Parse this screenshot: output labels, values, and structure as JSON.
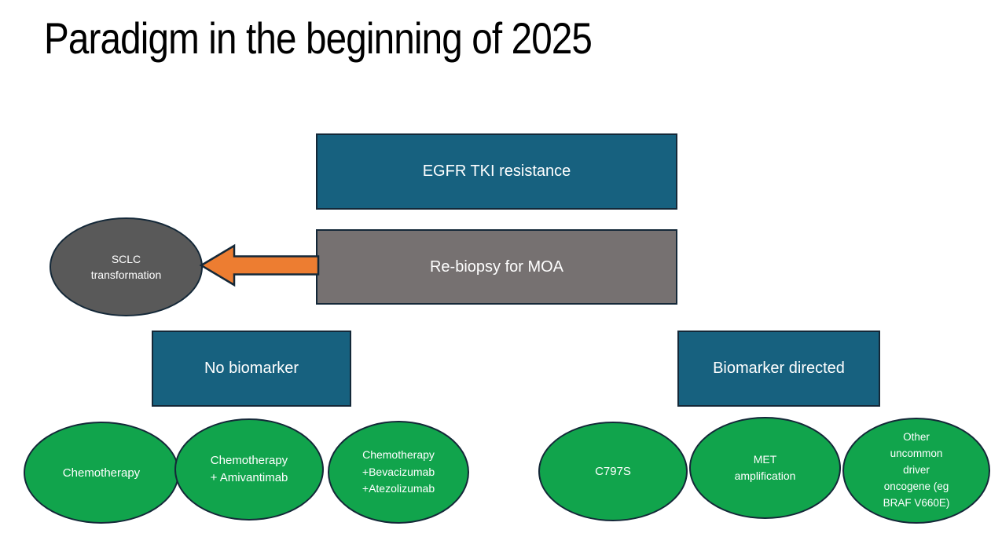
{
  "title": "Paradigm in the beginning of 2025",
  "colors": {
    "teal": "#17617f",
    "gray_box": "#767171",
    "dark_gray": "#595959",
    "green": "#11a44c",
    "orange": "#ed7d31",
    "outline": "#142838",
    "text_light": "#ffffff",
    "background": "#ffffff",
    "title_color": "#000000"
  },
  "diagram": {
    "egfr_box": "EGFR TKI resistance",
    "rebiopsy_box": "Re-biopsy for MOA",
    "sclc_ellipse": "SCLC\ntransformation",
    "no_biomarker_box": "No biomarker",
    "biomarker_directed_box": "Biomarker directed",
    "no_biomarker_options": [
      "Chemotherapy",
      "Chemotherapy\n+ Amivantimab",
      "Chemotherapy\n+Bevacizumab\n+Atezolizumab"
    ],
    "biomarker_options": [
      "C797S",
      "MET\namplification",
      "Other\nuncommon\ndriver\noncogene (eg\nBRAF V660E)"
    ]
  }
}
